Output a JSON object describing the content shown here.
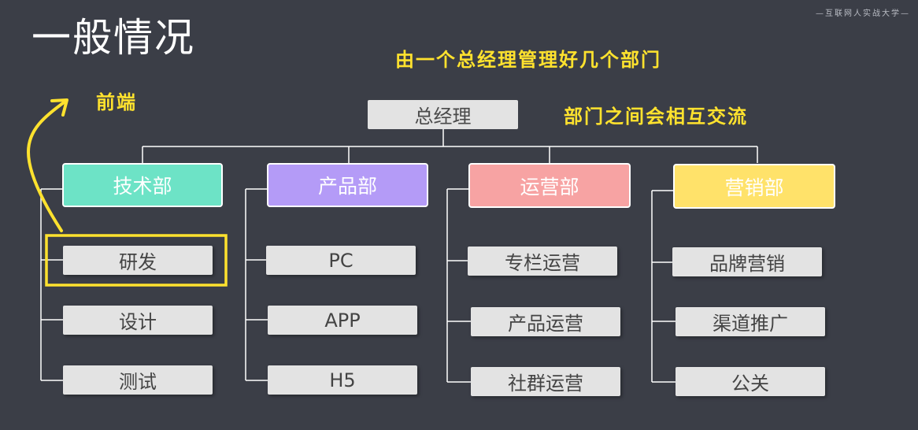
{
  "slide": {
    "title": "一般情况",
    "brand": "—互联网人实战大学—"
  },
  "annotations": {
    "note_top": "由一个总经理管理好几个部门",
    "note_right": "部门之间会相互交流",
    "note_left": "前端"
  },
  "org": {
    "root": "总经理",
    "departments": [
      {
        "name": "技术部",
        "color": "#6de3c6",
        "children": [
          "研发",
          "设计",
          "测试"
        ]
      },
      {
        "name": "产品部",
        "color": "#b49bf7",
        "children": [
          "PC",
          "APP",
          "H5"
        ]
      },
      {
        "name": "运营部",
        "color": "#f7a3a3",
        "children": [
          "专栏运营",
          "产品运营",
          "社群运营"
        ]
      },
      {
        "name": "营销部",
        "color": "#ffe26a",
        "children": [
          "品牌营销",
          "渠道推广",
          "公关"
        ]
      }
    ]
  },
  "colors": {
    "background": "#3b3e47",
    "highlight": "#ffe22e",
    "connector": "#ffffff"
  }
}
